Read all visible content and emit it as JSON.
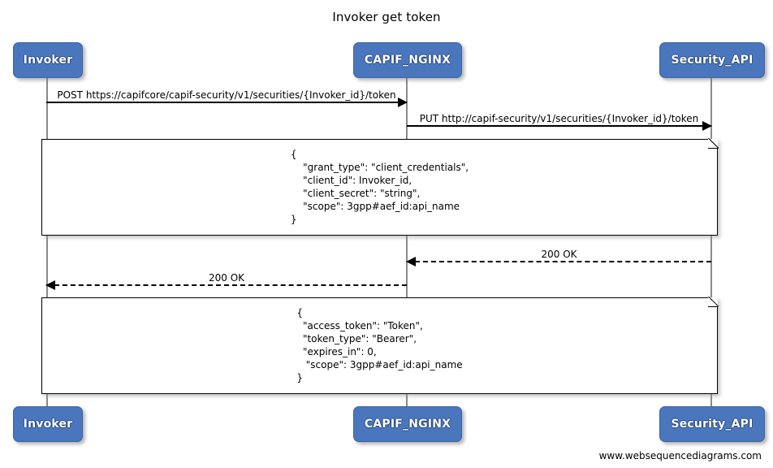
{
  "title": "Invoker get token",
  "footer": {
    "watermark": "www.websequencediagrams.com"
  },
  "participants": [
    {
      "id": "invoker",
      "label": "Invoker"
    },
    {
      "id": "capif_nginx",
      "label": "CAPIF_NGINX"
    },
    {
      "id": "security_api",
      "label": "Security_API"
    }
  ],
  "messages": [
    {
      "id": "msg-post-token",
      "label": "POST https://capifcore/capif-security/v1/securities/{Invoker_id}/token",
      "from": "invoker",
      "to": "capif_nginx",
      "style": "solid",
      "direction": "right"
    },
    {
      "id": "msg-put-token",
      "label": "PUT http://capif-security/v1/securities/{Invoker_id}/token",
      "from": "capif_nginx",
      "to": "security_api",
      "style": "solid",
      "direction": "right"
    },
    {
      "id": "msg-200-ok-security",
      "label": "200 OK",
      "from": "security_api",
      "to": "capif_nginx",
      "style": "dashed",
      "direction": "left"
    },
    {
      "id": "msg-200-ok-invoker",
      "label": "200 OK",
      "from": "capif_nginx",
      "to": "invoker",
      "style": "dashed",
      "direction": "left"
    }
  ],
  "notes": [
    {
      "id": "note-token-request",
      "body": "{\n    \"grant_type\": \"client_credentials\",\n    \"client_id\": Invoker_id,\n    \"client_secret\": \"string\",\n    \"scope\": 3gpp#aef_id:api_name\n}"
    },
    {
      "id": "note-token-response",
      "body": "{\n  \"access_token\": \"Token\",\n  \"token_type\": \"Bearer\",\n  \"expires_in\": 0,\n   \"scope\": 3gpp#aef_id:api_name\n}"
    }
  ],
  "colors": {
    "participant_fill": "#4a76be",
    "participant_border": "#3c63a3",
    "participant_text": "#ffffff",
    "lifeline": "#8a8a8a",
    "note_fill": "#ffffff",
    "note_border": "#000000",
    "arrow": "#000000",
    "background": "#ffffff"
  }
}
